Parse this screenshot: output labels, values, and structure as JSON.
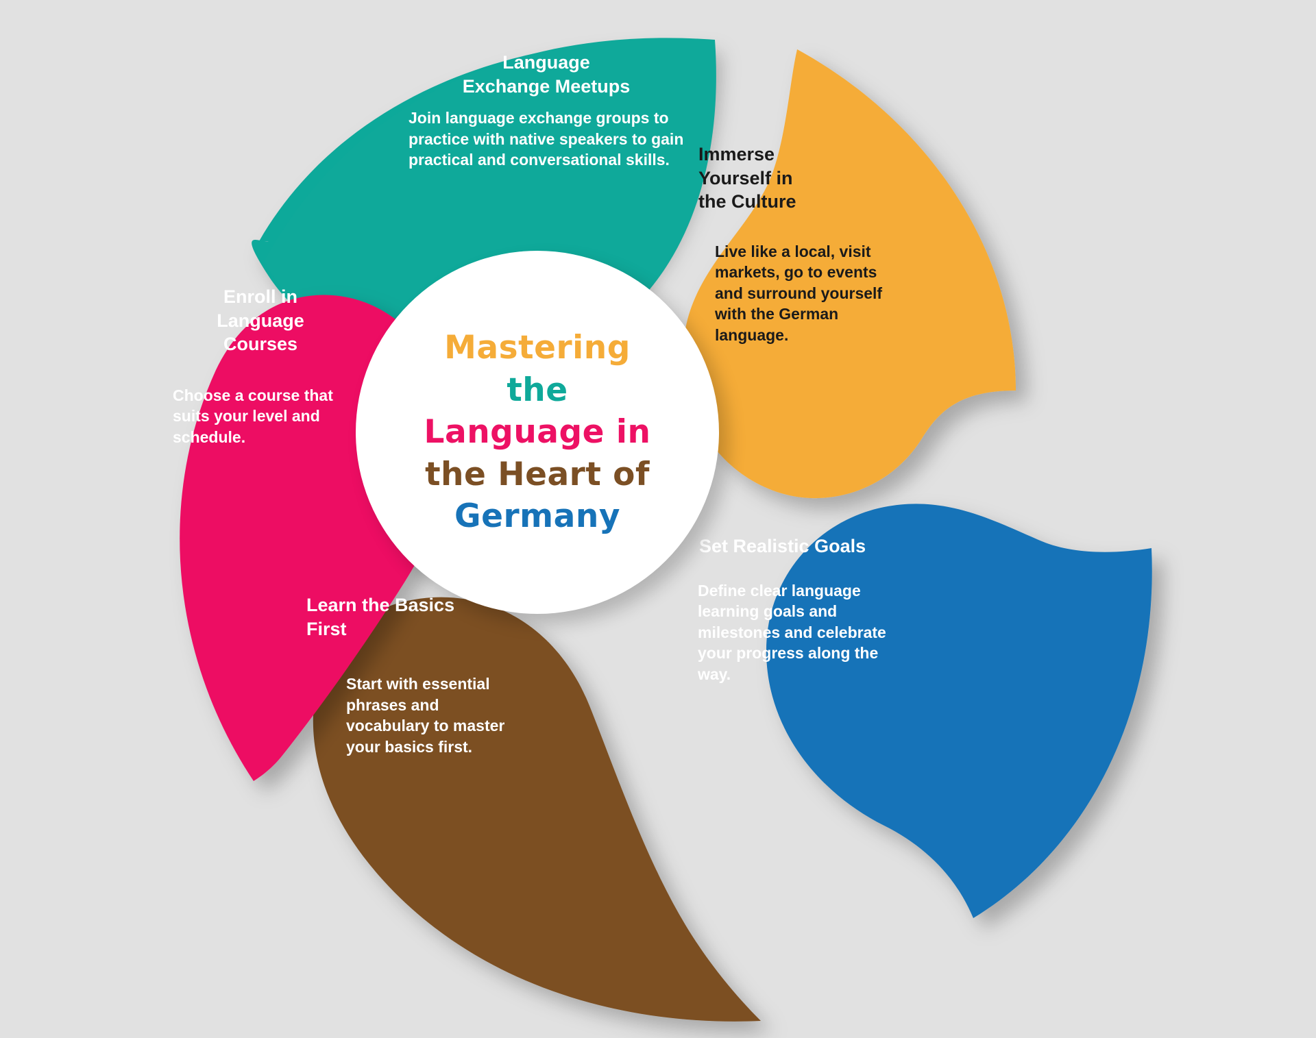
{
  "background_color": "#e1e1e1",
  "center": {
    "name": "center-hub",
    "title_lines": [
      {
        "text": "Mastering",
        "color": "#F5AC38"
      },
      {
        "text": "the",
        "color": "#0FA99A"
      },
      {
        "text": "Language in",
        "color": "#ED1164"
      },
      {
        "text": "the Heart of",
        "color": "#7B4F24"
      },
      {
        "text": "Germany",
        "color": "#1773B8"
      }
    ]
  },
  "petals": [
    {
      "id": "teal",
      "color": "#0FA99A",
      "text_color": "#ffffff",
      "title": "Language\nExchange Meetups",
      "body": "Join language exchange groups to practice with native speakers to gain practical and conversational skills."
    },
    {
      "id": "orange",
      "color": "#F5AC38",
      "text_color": "#1a1a1a",
      "title": "Immerse\nYourself in\nthe Culture",
      "body": "Live like a local, visit markets, go to events and surround yourself with the German language."
    },
    {
      "id": "blue",
      "color": "#1773B8",
      "text_color": "#ffffff",
      "title": "Set Realistic Goals",
      "body": "Define clear language learning goals and milestones and celebrate your progress along the way."
    },
    {
      "id": "brown",
      "color": "#7B4F24",
      "text_color": "#ffffff",
      "title": "Learn the Basics\nFirst",
      "body": "Start with essential phrases and vocabulary to master your basics first."
    },
    {
      "id": "pink",
      "color": "#ED1164",
      "text_color": "#ffffff",
      "title": "Enroll in\nLanguage\nCourses",
      "body": "Choose a course that suits your level and schedule."
    }
  ]
}
